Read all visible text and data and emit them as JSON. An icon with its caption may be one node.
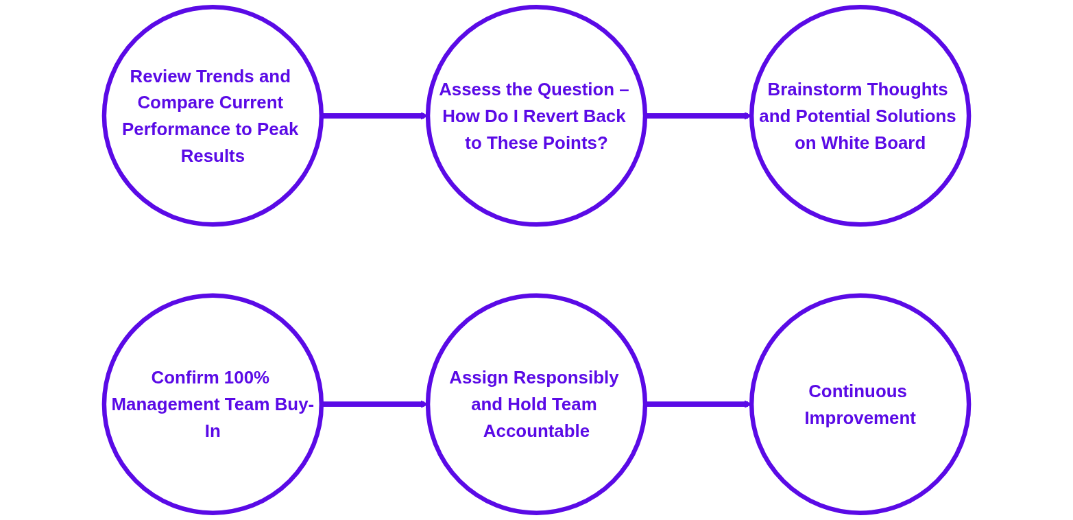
{
  "diagram": {
    "nodes": [
      {
        "text": [
          "Review Trends and Compare Current Performance to Peak Results"
        ]
      },
      {
        "text": [
          "Assess the Question – How Do I Revert Back to These Points?"
        ]
      },
      {
        "text": [
          "Brainstorm Thoughts and Potential Solutions on White Board"
        ]
      },
      {
        "text": [
          "Confirm 100% Management Team Buy-In"
        ]
      },
      {
        "text": [
          "Assign Responsibly and Hold Team Accountable"
        ]
      },
      {
        "text": [
          "Continuous Improvement"
        ]
      }
    ],
    "edges": [
      {
        "from": 0,
        "to": 1,
        "arrow": "to"
      },
      {
        "from": 1,
        "to": 2,
        "arrow": "to"
      },
      {
        "from": 3,
        "to": 4,
        "arrow": "to"
      },
      {
        "from": 4,
        "to": 5,
        "arrow": "to"
      }
    ]
  }
}
